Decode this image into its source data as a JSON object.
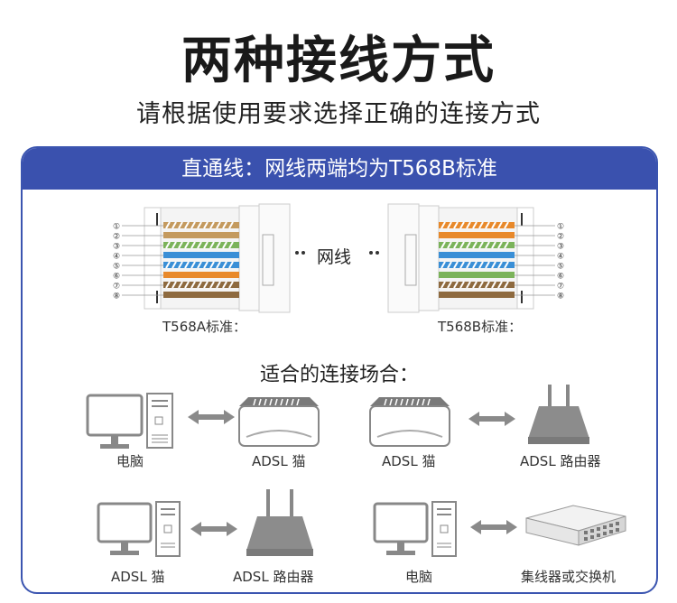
{
  "header": {
    "title": "两种接线方式",
    "subtitle": "请根据使用要求选择正确的连接方式"
  },
  "panel": {
    "banner": "直通线：网线两端均为T568B标准",
    "cable_label": "网线",
    "left_standard": "T568A标准：",
    "right_standard": "T568B标准：",
    "pin_numbers": [
      "①",
      "②",
      "③",
      "④",
      "⑤",
      "⑥",
      "⑦",
      "⑧"
    ],
    "section_title": "适合的连接场合："
  },
  "connections": [
    {
      "left": "电脑",
      "right": "ADSL 猫"
    },
    {
      "left": "ADSL 猫",
      "right": "ADSL 路由器"
    },
    {
      "left": "ADSL 猫",
      "right": "ADSL 路由器"
    },
    {
      "left": "电脑",
      "right": "集线器或交换机"
    }
  ],
  "colors": {
    "accent": "#3a51ae",
    "device_gray": "#8c8c8c",
    "arrow_gray": "#8a8a8a"
  }
}
